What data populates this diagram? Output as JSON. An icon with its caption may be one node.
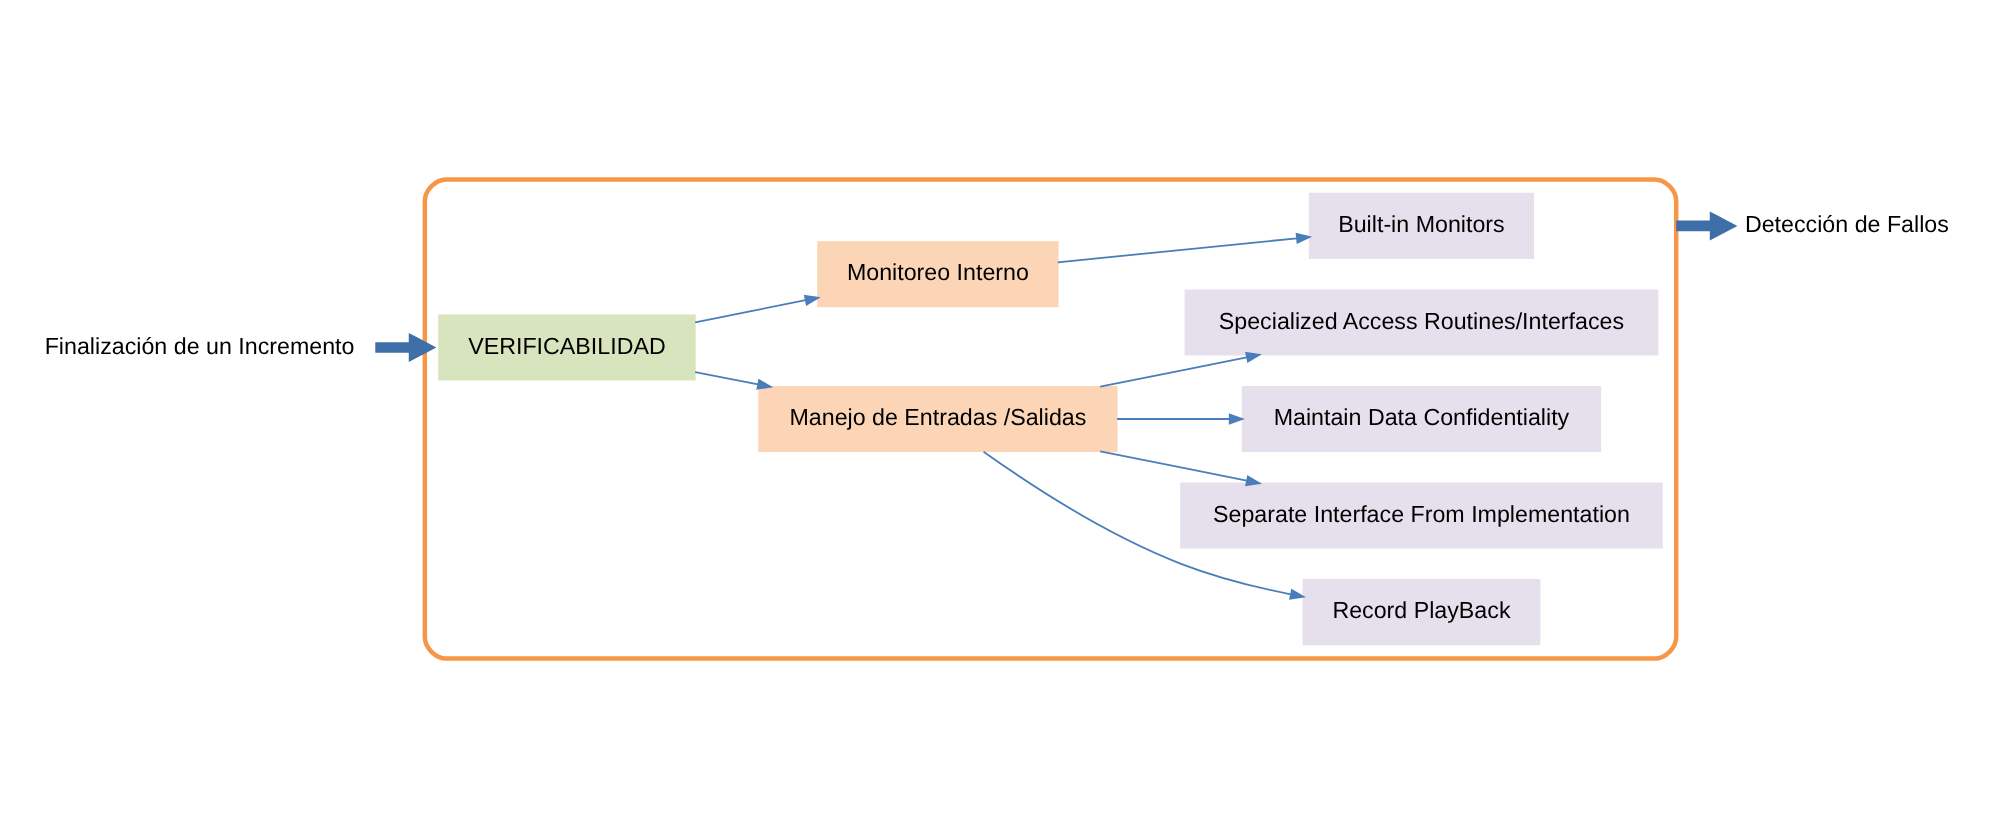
{
  "diagram": {
    "nodes": [
      {
        "text": [],
        "shape": "box"
      },
      {
        "text": [
          "VERIFICABILIDAD"
        ],
        "in": 0
      },
      {
        "text": [
          "Manejo de Entradas /Salidas"
        ],
        "in": 0
      },
      {
        "text": [
          "Monitoreo Interno"
        ],
        "in": 0
      },
      {
        "text": [
          "Record PlayBack"
        ],
        "in": 0
      },
      {
        "text": [
          "Separate Interface From Implementation"
        ],
        "in": 0
      },
      {
        "text": [
          "Maintain Data Confidentiality"
        ],
        "in": 0
      },
      {
        "text": [
          "Specialized Access Routines/Interfaces"
        ],
        "in": 0
      },
      {
        "text": [
          "Built-in Monitors"
        ],
        "in": 0
      },
      {
        "text": [
          "Finalización de un Incremento"
        ]
      },
      {
        "text": [
          "Detección de Fallos"
        ]
      }
    ],
    "edges": [
      {
        "from": 1,
        "to": 2,
        "arrow": "to"
      },
      {
        "from": 1,
        "to": 3,
        "arrow": "to"
      },
      {
        "from": 2,
        "to": 4,
        "arrow": "to"
      },
      {
        "from": 2,
        "to": 5,
        "arrow": "to"
      },
      {
        "from": 2,
        "to": 6,
        "arrow": "to"
      },
      {
        "from": 2,
        "to": 7,
        "arrow": "to"
      },
      {
        "from": 3,
        "to": 8,
        "arrow": "to"
      },
      {
        "from": 9,
        "to": 0,
        "arrow": "to",
        "style": "thick",
        "color": "#3e6fa8"
      },
      {
        "from": 0,
        "to": 10,
        "arrow": "to",
        "style": "thick",
        "color": "#3e6fa8"
      }
    ]
  }
}
